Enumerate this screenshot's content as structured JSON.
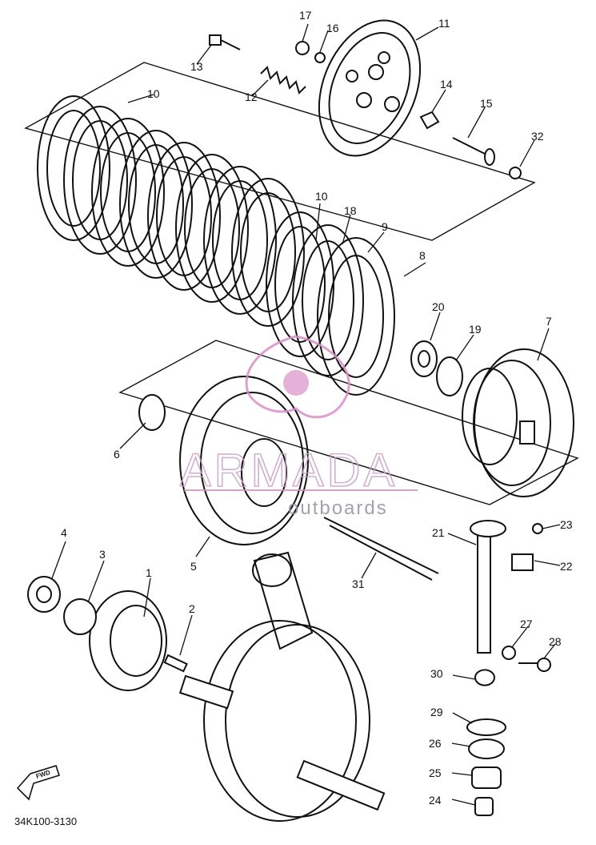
{
  "diagram": {
    "drawing_code": "34K100-3130",
    "direction_marker": "FWD",
    "watermark": {
      "brand": "ARMADA",
      "subtitle": "outboards",
      "accent_color": "#d78fc8"
    },
    "callouts": [
      {
        "id": "c1",
        "label": "1"
      },
      {
        "id": "c2",
        "label": "2"
      },
      {
        "id": "c3",
        "label": "3"
      },
      {
        "id": "c4",
        "label": "4"
      },
      {
        "id": "c5",
        "label": "5"
      },
      {
        "id": "c6",
        "label": "6"
      },
      {
        "id": "c7",
        "label": "7"
      },
      {
        "id": "c8",
        "label": "8"
      },
      {
        "id": "c9",
        "label": "9"
      },
      {
        "id": "c10a",
        "label": "10"
      },
      {
        "id": "c10b",
        "label": "10"
      },
      {
        "id": "c11",
        "label": "11"
      },
      {
        "id": "c12",
        "label": "12"
      },
      {
        "id": "c13",
        "label": "13"
      },
      {
        "id": "c14",
        "label": "14"
      },
      {
        "id": "c15",
        "label": "15"
      },
      {
        "id": "c16",
        "label": "16"
      },
      {
        "id": "c17",
        "label": "17"
      },
      {
        "id": "c18",
        "label": "18"
      },
      {
        "id": "c19",
        "label": "19"
      },
      {
        "id": "c20",
        "label": "20"
      },
      {
        "id": "c21",
        "label": "21"
      },
      {
        "id": "c22",
        "label": "22"
      },
      {
        "id": "c23",
        "label": "23"
      },
      {
        "id": "c24",
        "label": "24"
      },
      {
        "id": "c25",
        "label": "25"
      },
      {
        "id": "c26",
        "label": "26"
      },
      {
        "id": "c27",
        "label": "27"
      },
      {
        "id": "c28",
        "label": "28"
      },
      {
        "id": "c29",
        "label": "29"
      },
      {
        "id": "c30",
        "label": "30"
      },
      {
        "id": "c31",
        "label": "31"
      },
      {
        "id": "c32",
        "label": "32"
      }
    ]
  }
}
